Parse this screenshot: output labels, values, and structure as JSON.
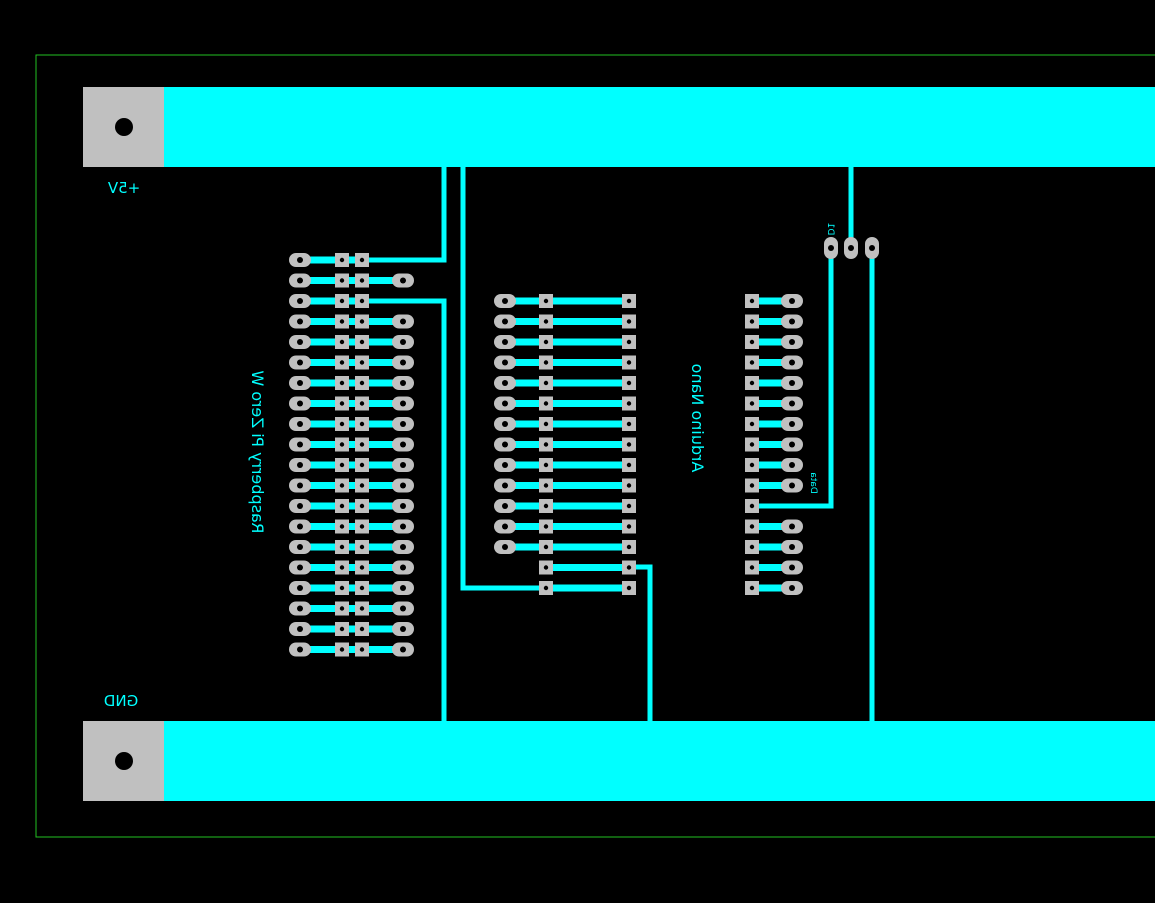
{
  "colors": {
    "background": "#000000",
    "copper": "#00ffff",
    "pad": "#c0c0c0",
    "drill": "#000000",
    "outline": "#22c022",
    "silkscreen": "#00ffff"
  },
  "labels": {
    "vcc": "+5V",
    "gnd": "GND",
    "pi": "Raspberry Pi Zero W",
    "nano": "Arduino Nano",
    "data": "Data",
    "sensor": "D1"
  },
  "view": "mirrored-bottom-layer",
  "components": {
    "power_terminals": [
      "+5V",
      "GND"
    ],
    "pi_header": {
      "rows": 20,
      "columns": 2
    },
    "nano_header_left": {
      "pins": 15
    },
    "nano_header_right": {
      "pins": 15
    },
    "sensor": {
      "pins": 3
    }
  }
}
